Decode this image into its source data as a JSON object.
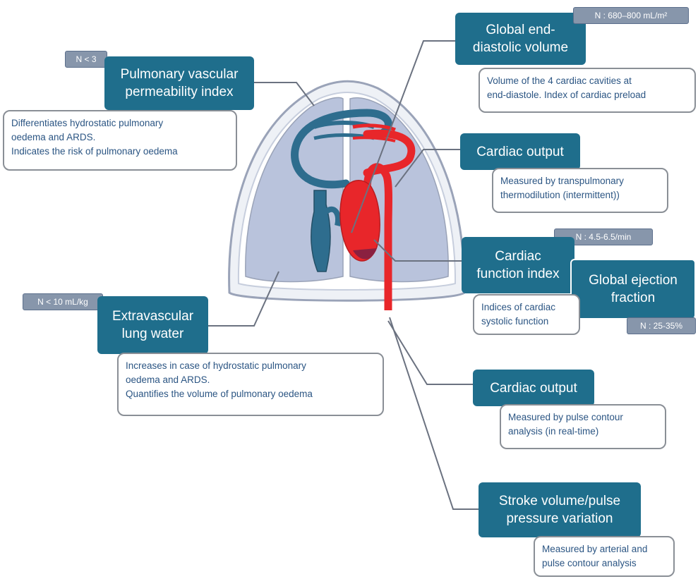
{
  "pulmonary_vascular_permeability": {
    "norm": "N < 3",
    "title_lines": [
      "Pulmonary vascular",
      "permeability index"
    ],
    "desc_lines": [
      "Differentiates hydrostatic pulmonary",
      "oedema and ARDS.",
      "Indicates the risk of pulmonary oedema"
    ]
  },
  "global_end_diastolic_volume": {
    "norm": "N : 680–800 mL/m²",
    "title_lines": [
      "Global end-",
      "diastolic volume"
    ],
    "desc_lines": [
      "Volume of the 4 cardiac cavities at",
      "end-diastole. Index of cardiac preload"
    ]
  },
  "cardiac_output_transpulmonary": {
    "title": "Cardiac output",
    "desc_lines": [
      "Measured by transpulmonary",
      "thermodilution (intermittent))"
    ]
  },
  "cardiac_function_index": {
    "norm": "N : 4.5-6.5/min",
    "title_lines": [
      "Cardiac",
      "function index"
    ]
  },
  "global_ejection_fraction": {
    "norm": "N : 25-35%",
    "title_lines": [
      "Global ejection",
      "fraction"
    ]
  },
  "systolic_indices": {
    "desc_lines": [
      "Indices of cardiac",
      "systolic function"
    ]
  },
  "extravascular_lung_water": {
    "norm": "N < 10 mL/kg",
    "title_lines": [
      "Extravascular",
      "lung water"
    ],
    "desc_lines": [
      "Increases in case of hydrostatic pulmonary",
      "oedema and ARDS.",
      "Quantifies the volume of pulmonary oedema"
    ]
  },
  "cardiac_output_pulse_contour": {
    "title": "Cardiac output",
    "desc_lines": [
      "Measured by pulse contour",
      "analysis (in real-time)"
    ]
  },
  "stroke_volume_variation": {
    "title_lines": [
      "Stroke volume/pulse",
      "pressure variation"
    ],
    "desc_lines": [
      "Measured by arterial and",
      "pulse contour analysis"
    ]
  },
  "colors": {
    "title_box": "#1f6e8c",
    "desc_text": "#2b5583",
    "norm_badge": "#8796ab",
    "lungs": "#b9c3dc",
    "venous": "#2e6d8e",
    "arterial": "#e8262a"
  }
}
